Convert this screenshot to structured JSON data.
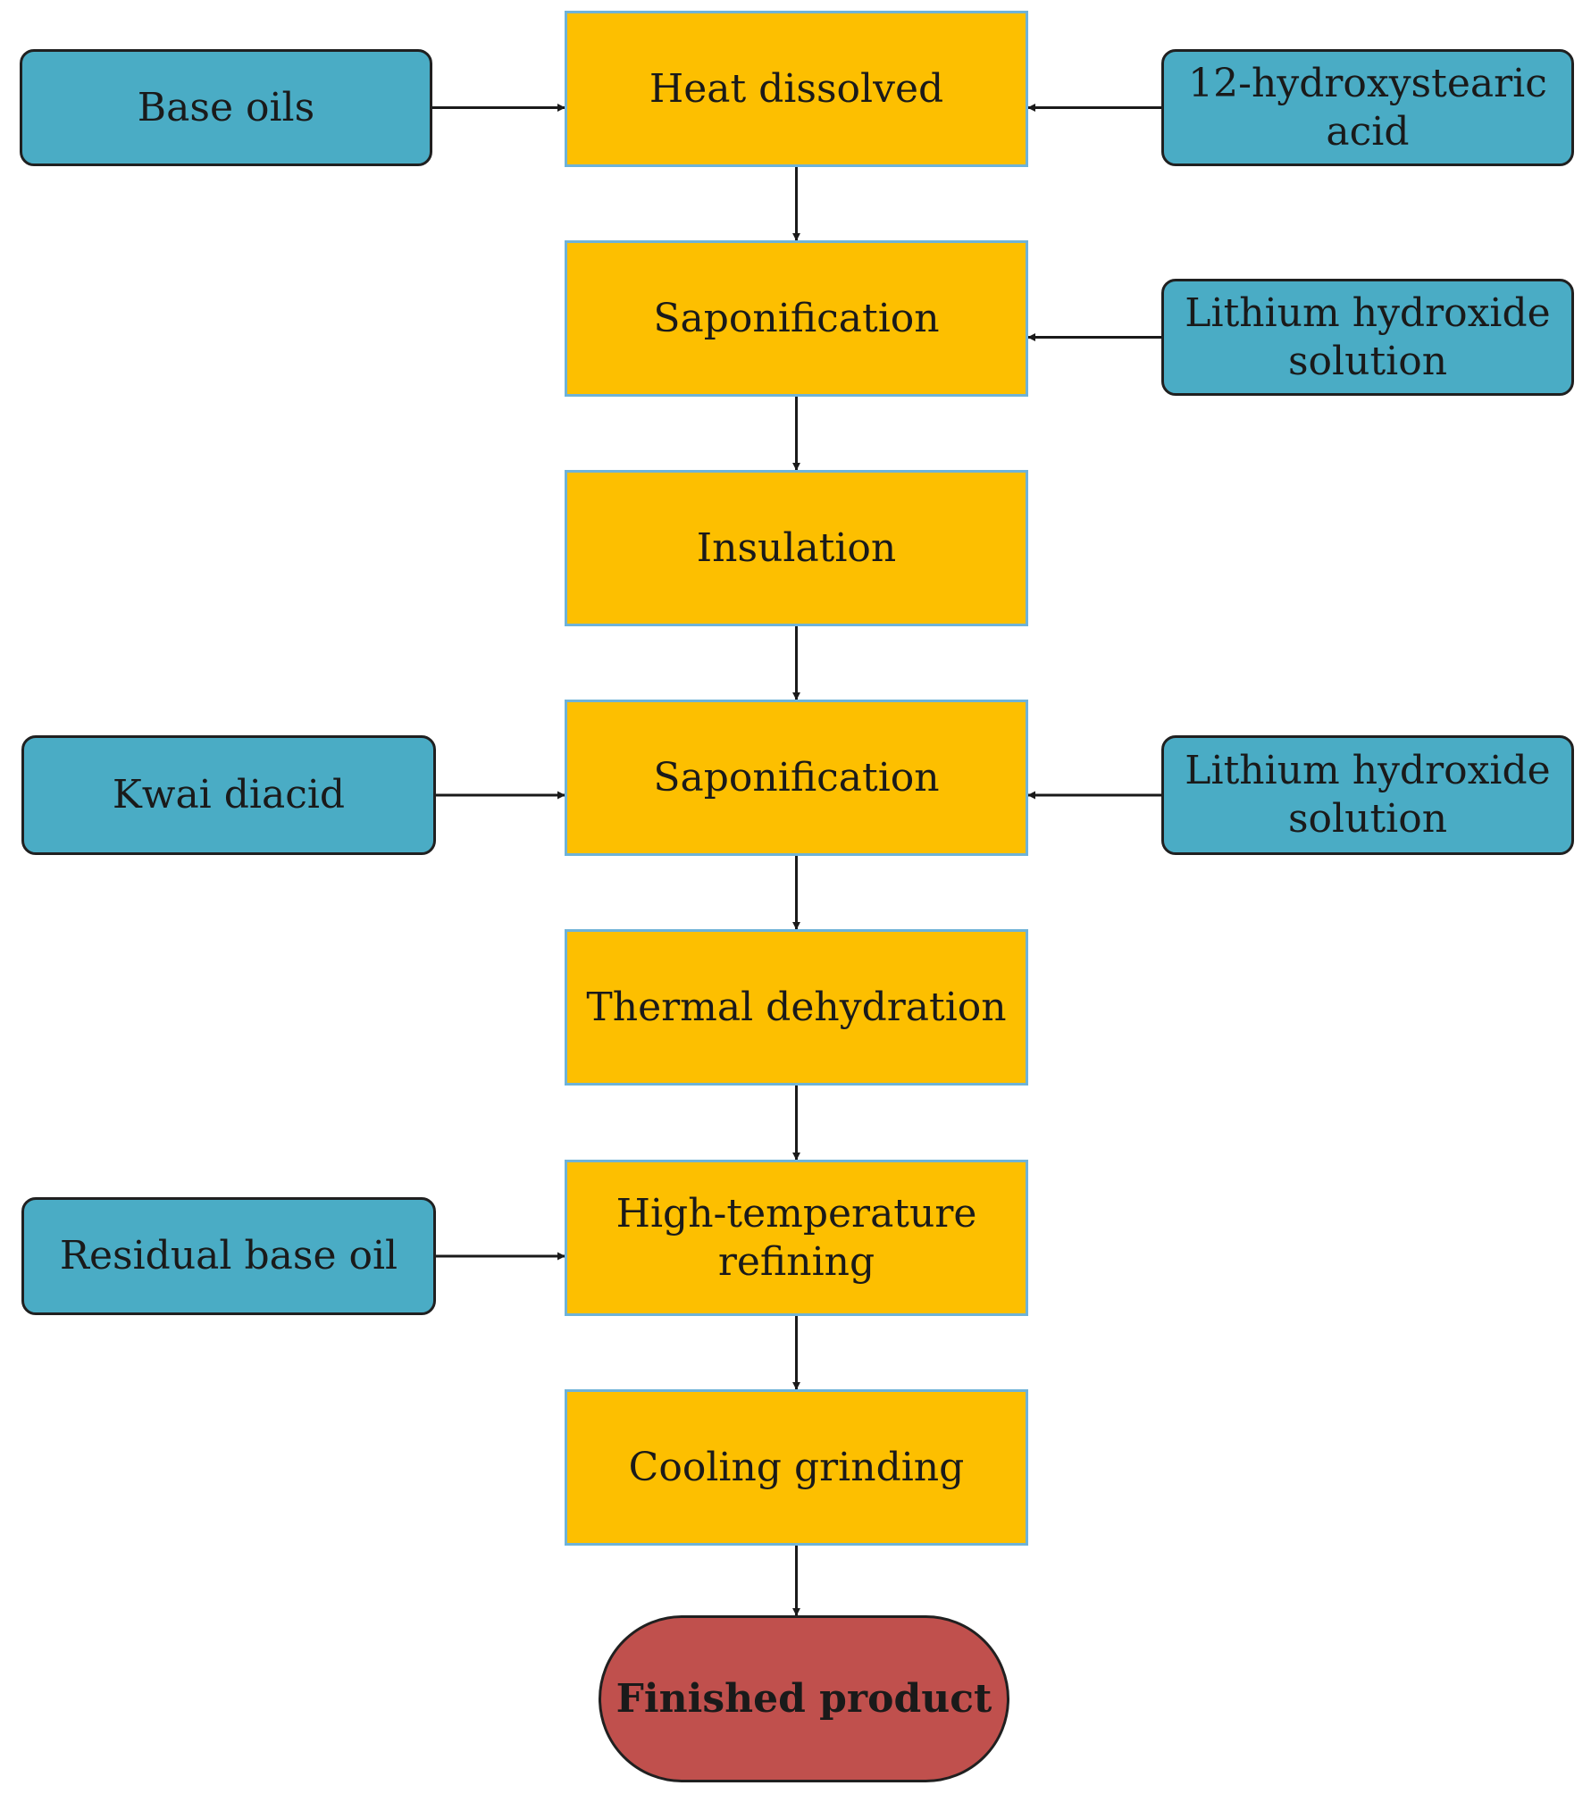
{
  "colors": {
    "process_fill": "#fdbf00",
    "process_border": "#6fb3d8",
    "input_fill": "#4aacc5",
    "terminal_fill": "#c0504d",
    "edge": "#1a1a1a"
  },
  "process_steps": [
    {
      "id": "heat-dissolved",
      "label": "Heat dissolved"
    },
    {
      "id": "saponification-1",
      "label": "Saponification"
    },
    {
      "id": "insulation",
      "label": "Insulation"
    },
    {
      "id": "saponification-2",
      "label": "Saponification"
    },
    {
      "id": "thermal-dehydration",
      "label": "Thermal dehydration"
    },
    {
      "id": "high-temperature-refining",
      "label": "High-temperature\nrefining"
    },
    {
      "id": "cooling-grinding",
      "label": "Cooling grinding"
    }
  ],
  "inputs": [
    {
      "id": "base-oils",
      "label": "Base oils",
      "feeds": "heat-dissolved"
    },
    {
      "id": "hydroxystearic-acid",
      "label": "12-hydroxystearic\nacid",
      "feeds": "heat-dissolved"
    },
    {
      "id": "lithium-hydroxide-1",
      "label": "Lithium hydroxide\nsolution",
      "feeds": "saponification-1"
    },
    {
      "id": "kwai-diacid",
      "label": "Kwai diacid",
      "feeds": "saponification-2"
    },
    {
      "id": "lithium-hydroxide-2",
      "label": "Lithium hydroxide\nsolution",
      "feeds": "saponification-2"
    },
    {
      "id": "residual-base-oil",
      "label": "Residual base oil",
      "feeds": "high-temperature-refining"
    }
  ],
  "terminal": {
    "id": "finished-product",
    "label": "Finished product"
  },
  "flow": [
    [
      "heat-dissolved",
      "saponification-1"
    ],
    [
      "saponification-1",
      "insulation"
    ],
    [
      "insulation",
      "saponification-2"
    ],
    [
      "saponification-2",
      "thermal-dehydration"
    ],
    [
      "thermal-dehydration",
      "high-temperature-refining"
    ],
    [
      "high-temperature-refining",
      "cooling-grinding"
    ],
    [
      "cooling-grinding",
      "finished-product"
    ]
  ]
}
